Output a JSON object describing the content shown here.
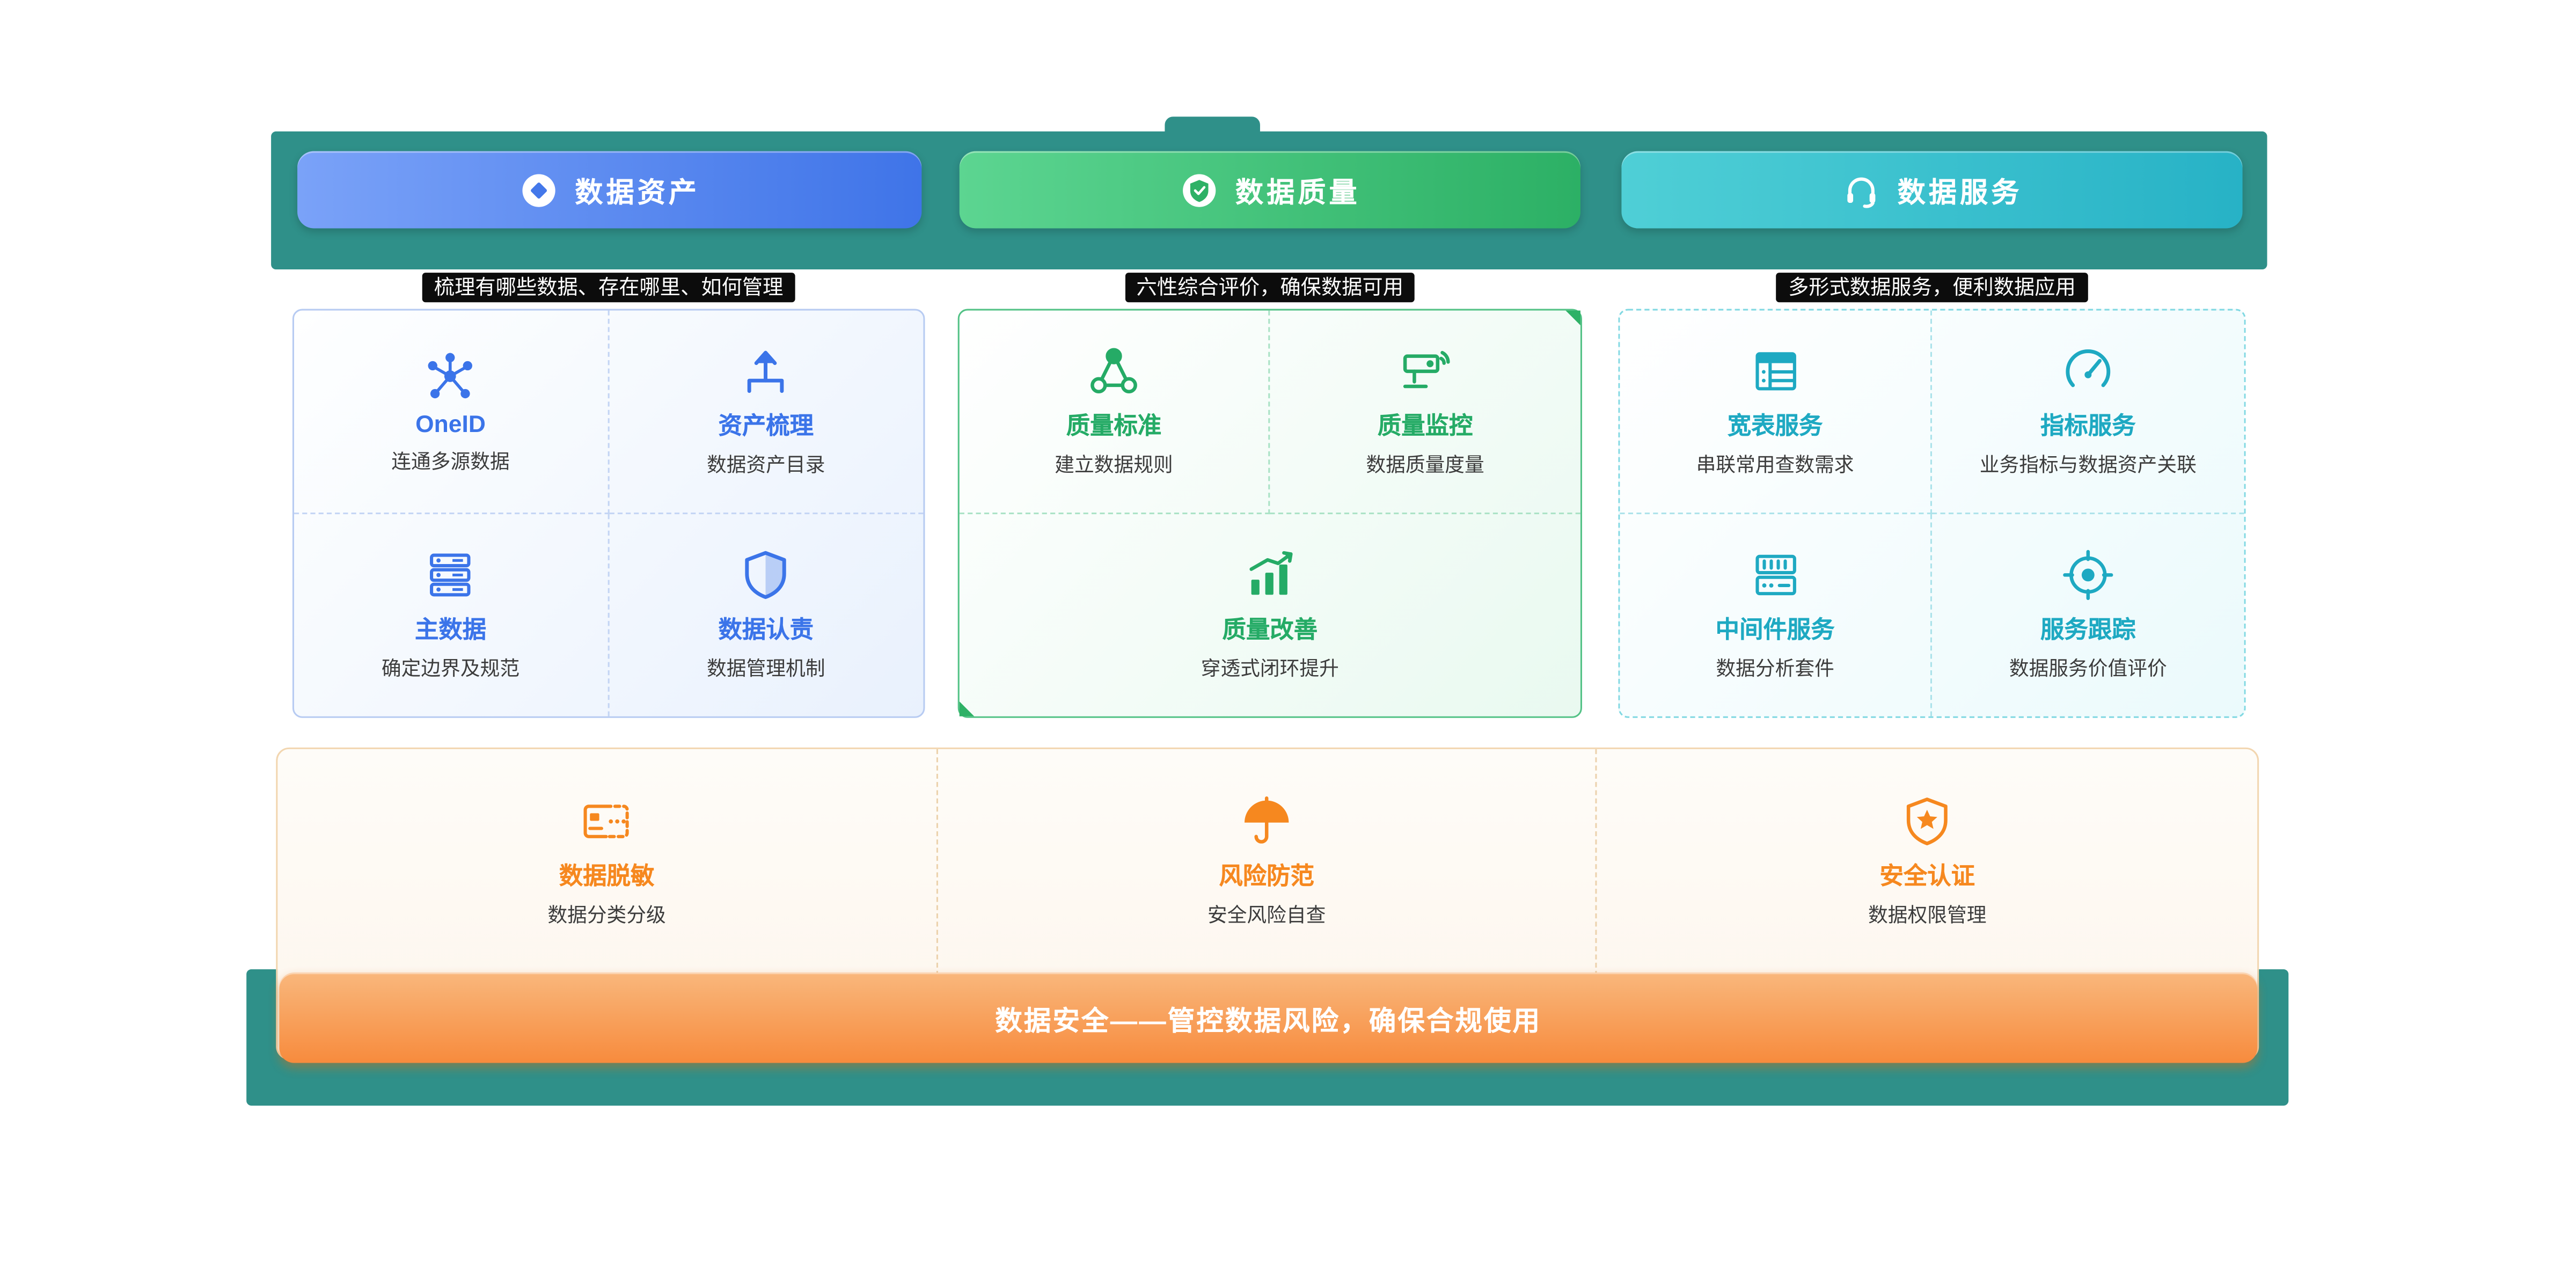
{
  "header": {
    "tabs": [
      {
        "label": "数据资产",
        "icon": "diamond-badge-icon",
        "subtitle": "梳理有哪些数据、存在哪里、如何管理"
      },
      {
        "label": "数据质量",
        "icon": "shield-check-icon",
        "subtitle": "六性综合评价，确保数据可用"
      },
      {
        "label": "数据服务",
        "icon": "headset-icon",
        "subtitle": "多形式数据服务，便利数据应用"
      }
    ]
  },
  "panels": {
    "assets": {
      "items": [
        {
          "title": "OneID",
          "desc": "连通多源数据",
          "icon": "share-network-icon"
        },
        {
          "title": "资产梳理",
          "desc": "数据资产目录",
          "icon": "asset-sort-icon"
        },
        {
          "title": "主数据",
          "desc": "确定边界及规范",
          "icon": "server-stack-icon"
        },
        {
          "title": "数据认责",
          "desc": "数据管理机制",
          "icon": "shield-icon"
        }
      ]
    },
    "quality": {
      "items": [
        {
          "title": "质量标准",
          "desc": "建立数据规则",
          "icon": "molecule-icon"
        },
        {
          "title": "质量监控",
          "desc": "数据质量度量",
          "icon": "cctv-camera-icon"
        },
        {
          "title": "质量改善",
          "desc": "穿透式闭环提升",
          "icon": "chart-rise-icon"
        }
      ]
    },
    "services": {
      "items": [
        {
          "title": "宽表服务",
          "desc": "串联常用查数需求",
          "icon": "table-icon"
        },
        {
          "title": "指标服务",
          "desc": "业务指标与数据资产关联",
          "icon": "gauge-icon"
        },
        {
          "title": "中间件服务",
          "desc": "数据分析套件",
          "icon": "middleware-icon"
        },
        {
          "title": "服务跟踪",
          "desc": "数据服务价值评价",
          "icon": "target-icon"
        }
      ]
    }
  },
  "security": {
    "items": [
      {
        "title": "数据脱敏",
        "desc": "数据分类分级",
        "icon": "mask-card-icon"
      },
      {
        "title": "风险防范",
        "desc": "安全风险自查",
        "icon": "umbrella-icon"
      },
      {
        "title": "安全认证",
        "desc": "数据权限管理",
        "icon": "shield-star-icon"
      }
    ],
    "banner": "数据安全——管控数据风险，确保合规使用"
  },
  "colors": {
    "teal_band": "#2f9089",
    "assets_accent": "#3b74e9",
    "quality_accent": "#25ab66",
    "services_accent": "#1ea9c2",
    "security_accent": "#f6881f"
  }
}
